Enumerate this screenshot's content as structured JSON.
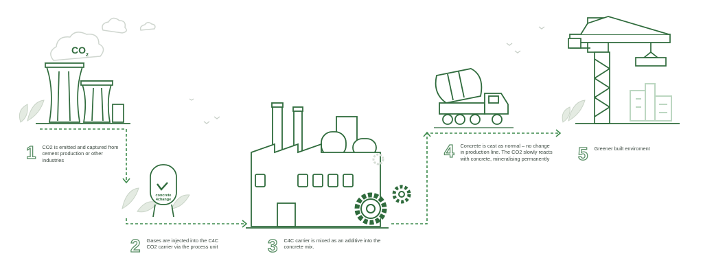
{
  "colors": {
    "stroke": "#2f6b3c",
    "light": "#cfd6cf",
    "leaf": "#dbe5d8",
    "text": "#3d4a42"
  },
  "co2_label": "CO",
  "co2_sub": "2",
  "carrier_label_1": "concrete",
  "carrier_label_2": "4change",
  "steps": [
    {
      "number": "1",
      "text": "CO2 is emitted and captured from cement production or other industries"
    },
    {
      "number": "2",
      "text": "Gases are injected into the C4C CO2 carrier via the process unit"
    },
    {
      "number": "3",
      "text": "C4C carrier is mixed as an additive into the concrete mix."
    },
    {
      "number": "4",
      "text": "Concrete is cast as normal – no change in production line. The CO2 slowly reacts with concrete, mineralising permanently"
    },
    {
      "number": "5",
      "text": "Greener built enviroment"
    }
  ]
}
